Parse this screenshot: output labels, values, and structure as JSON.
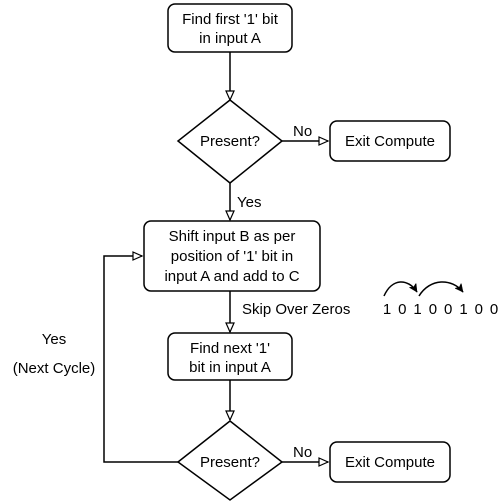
{
  "nodes": {
    "find_first": {
      "lines": [
        "Find first '1' bit",
        "in input A"
      ]
    },
    "present_1": {
      "text": "Present?"
    },
    "exit_1": {
      "text": "Exit Compute"
    },
    "shift": {
      "lines": [
        "Shift input B as per",
        "position of '1' bit in",
        "input A and add to C"
      ]
    },
    "find_next": {
      "lines": [
        "Find next '1'",
        "bit in input A"
      ]
    },
    "present_2": {
      "text": "Present?"
    },
    "exit_2": {
      "text": "Exit Compute"
    }
  },
  "edges": {
    "no_1": "No",
    "yes_1": "Yes",
    "no_2": "No",
    "loop_yes": "Yes",
    "loop_next": "(Next Cycle)"
  },
  "annotation": {
    "label": "Skip Over Zeros",
    "bits": [
      "1",
      "0",
      "1",
      "0",
      "0",
      "1",
      "0",
      "0"
    ]
  },
  "colors": {
    "stroke": "#000000",
    "fill": "#ffffff",
    "text": "#000000"
  }
}
